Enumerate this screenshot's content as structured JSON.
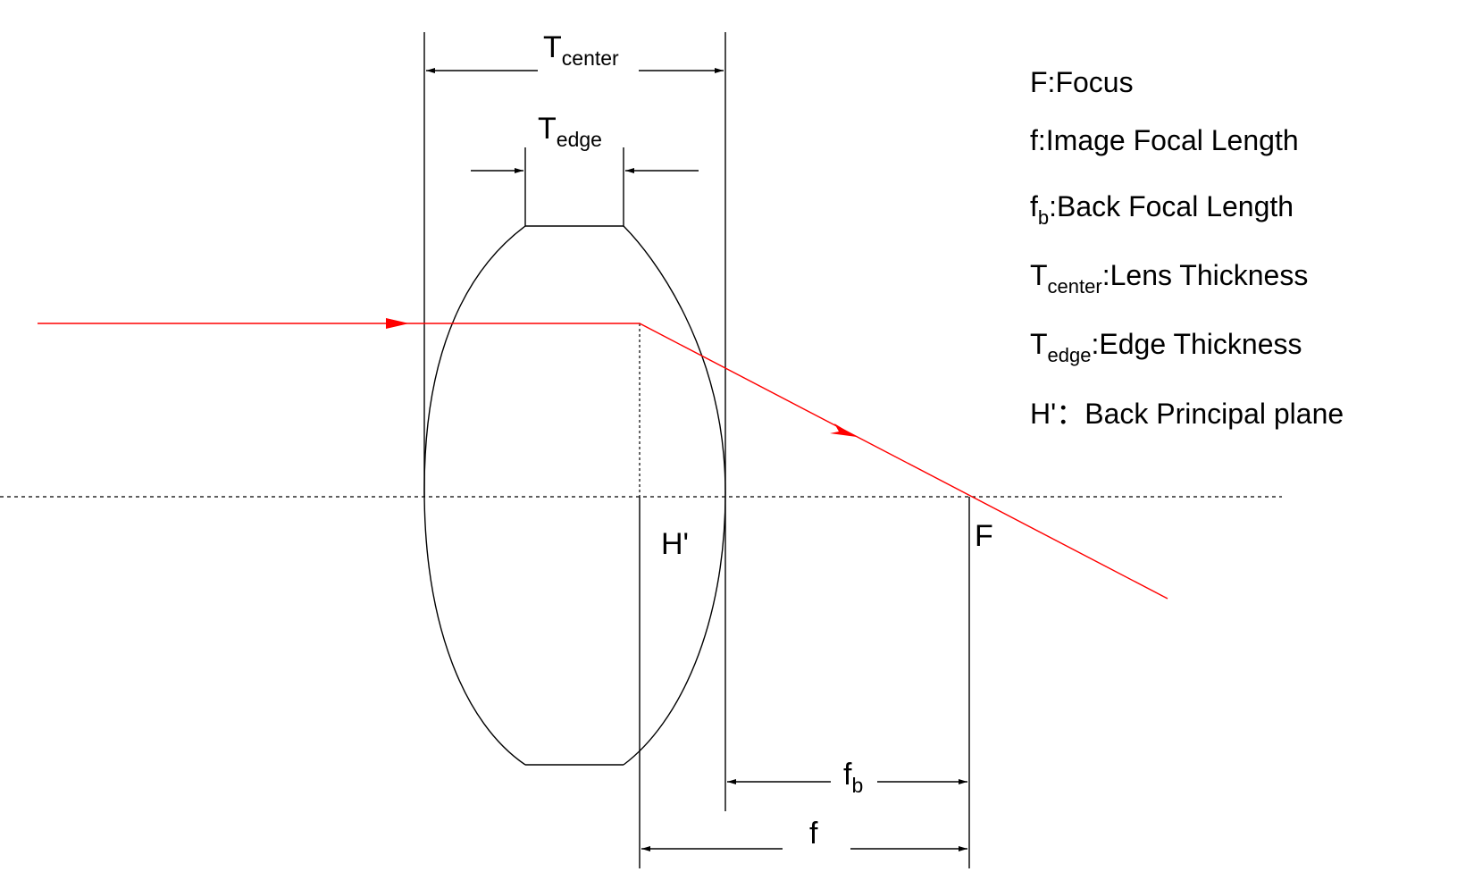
{
  "labels": {
    "t_center": {
      "base": "T",
      "sub": "center"
    },
    "t_edge": {
      "base": "T",
      "sub": "edge"
    },
    "h_prime": "H'",
    "focus": "F",
    "f_b": {
      "base": "f",
      "sub": "b"
    },
    "f": "f"
  },
  "legend": [
    {
      "base": "F",
      "sub": "",
      "rest": ":Focus"
    },
    {
      "base": "f",
      "sub": "",
      "rest": ":Image Focal Length"
    },
    {
      "base": "f",
      "sub": "b",
      "rest": ":Back Focal Length"
    },
    {
      "base": "T",
      "sub": "center",
      "rest": ":Lens Thickness"
    },
    {
      "base": "T",
      "sub": "edge",
      "rest": ":Edge Thickness"
    },
    {
      "base": "H'",
      "sub": "",
      "rest": "：Back Principal plane"
    }
  ],
  "colors": {
    "ray": "#ff0000",
    "lines": "#000000",
    "background": "#ffffff"
  }
}
